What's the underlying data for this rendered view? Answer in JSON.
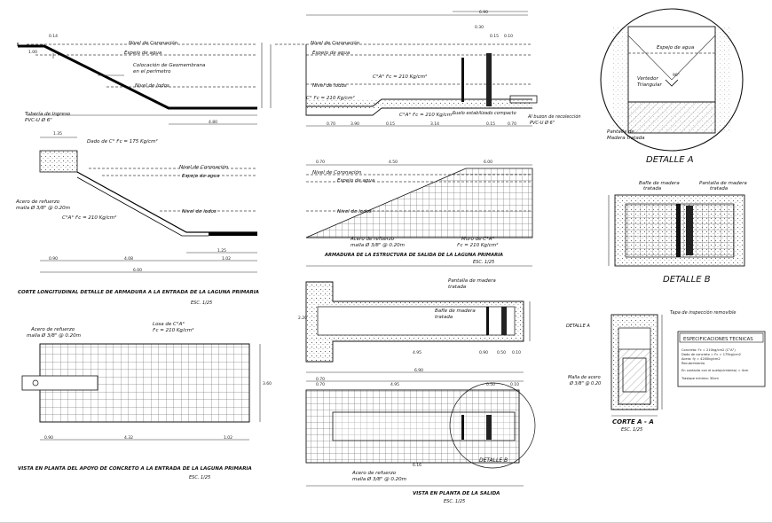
{
  "views": {
    "longitudinal_section": {
      "labels": {
        "nivel_coronacion": "Nivel de Coronación",
        "espejo_agua": "Espejo de agua",
        "colocacion_geomembrana": "Colocación de Geomembrana",
        "en_perimetro": "en el perímetro",
        "nivel_lodos": "Nivel de lodos"
      },
      "dims": {
        "top_left": "0.14",
        "left": "1.00",
        "bottom": "4.80"
      }
    },
    "outlet_section": {
      "labels": {
        "nivel_coronacion": "Nivel de Coronación",
        "espejo_agua": "Espejo de agua",
        "nivel_lodos": "Nivel de lodos",
        "concrete_top": "C°A° f'c = 210 Kg/cm²",
        "concrete_bottom": "C°A° f'c = 210 Kg/cm²",
        "concrete_slab": "C° f'c = 210 Kg/cm²",
        "suelo_estabilizado": "Suelo estabilizado compacto",
        "al_buzon": "Al buzon de recolección",
        "pipe": "PVC-U Ø 6\""
      },
      "dims": {
        "top": "6.90",
        "d1": "0.30",
        "d2": "0.15",
        "d3": "0.10",
        "b1": "0.70",
        "b2": "3.90",
        "b3": "0.15",
        "b4": "3.14",
        "b5": "0.15",
        "b6": "0.70"
      }
    },
    "entrance_detail": {
      "labels": {
        "tuberia": "Tubería de Ingreso",
        "tuberia_spec": "PVC-U Ø 6\"",
        "dado": "Dado de C° f'c = 175 Kg/cm²",
        "nivel_coronacion": "Nivel de Coronación",
        "espejo_agua": "Espejo de agua",
        "acero": "Acero de refuerzo",
        "acero_spec": "malla Ø 3/8\" @ 0.20m",
        "nivel_lodos": "Nivel de lodos",
        "concrete": "C°A° f'c = 210 Kg/cm²"
      },
      "dims": {
        "top": "1.35",
        "d1": "0.90",
        "d2": "4.08",
        "d3": "1.02",
        "d4": "1.25",
        "total": "6.00"
      },
      "caption": "CORTE LONGITUDINAL DETALLE DE ARMADURA A LA ENTRADA DE LA LAGUNA PRIMARIA",
      "scale": "ESC. 1/25"
    },
    "outlet_structure": {
      "labels": {
        "nivel_coronacion": "Nivel de Coronación",
        "espejo_agua": "Espejo de agua",
        "nivel_lodos": "Nivel de lodos",
        "acero": "Acero de refuerzo",
        "acero_spec": "malla Ø 3/8\" @ 0.20m",
        "muro": "Muro de C°A°",
        "muro_spec": "f'c = 210 Kg/cm²"
      },
      "dims": {
        "a": "0.70",
        "b": "4.50",
        "c": "6.00"
      },
      "caption": "ARMADURA DE LA ESTRUCTURA DE SALIDA DE LA LAGUNA PRIMARIA",
      "scale": "ESC. 1/25"
    },
    "plan_entrance": {
      "labels": {
        "acero": "Acero de refuerzo",
        "acero_spec": "malla Ø 3/8\" @ 0.20m",
        "losa": "Losa de C°A°",
        "losa_spec": "f'c = 210 Kg/cm²"
      },
      "dims": {
        "a": "0.90",
        "b": "4.32",
        "c": "1.02",
        "h": "3.60"
      },
      "caption": "VISTA EN PLANTA DEL APOYO DE CONCRETO A LA ENTRADA DE LA LAGUNA PRIMARIA",
      "scale": "ESC. 1/25"
    },
    "plan_outlet_top": {
      "labels": {
        "pantalla": "Pantalla de madera",
        "pantalla2": "tratada",
        "bafle": "Bafle de madera",
        "bafle2": "tratada"
      },
      "dims": {
        "a": "0.70",
        "b": "4.95",
        "c": "0.90",
        "d": "0.50",
        "e": "0.10",
        "total": "6.90",
        "h": "2.20"
      }
    },
    "plan_outlet_bottom": {
      "labels": {
        "acero": "Acero de refuerzo",
        "acero_spec": "malla Ø 3/8\" @ 0.20m",
        "detalle_b": "DETALLE B"
      },
      "dims": {
        "a": "0.70",
        "b": "4.95",
        "c": "0.50",
        "d": "0.10",
        "total": "6.16"
      },
      "caption": "VISTA EN PLANTA DE LA SALIDA",
      "scale": "ESC. 1/25"
    },
    "detalle_a": {
      "labels": {
        "espejo": "Espejo de agua",
        "vertedor": "Vertedor",
        "triangular": "Triangular",
        "angle": "90°",
        "pantalla": "Pantalla de",
        "pantalla2": "Madera tratada"
      },
      "title": "DETALLE A"
    },
    "detalle_b": {
      "labels": {
        "bafle": "Bafle de madera",
        "bafle2": "tratada",
        "pantalla": "Pantalla de madera",
        "pantalla2": "tratada"
      },
      "title": "DETALLE B"
    },
    "corte_aa": {
      "labels": {
        "tapa": "Tapa de inspección removible",
        "detalle_a": "DETALLE A",
        "malla": "Malla de acero",
        "malla_spec": "Ø 3/8\" @ 0.20"
      },
      "title": "CORTE A - A",
      "scale": "ESC. 1/25"
    },
    "specs": {
      "title": "ESPECIFICACIONES TECNICAS",
      "lines": [
        "Concreto: f'c = 210kg/cm2 (C°A°)",
        "Dado de concreto = f'c = 175kg/cm2",
        "Acero: fy = 4200kg/cm2",
        "Recubrimiento",
        "En contacto con el suelo(cimiento) = 4cm",
        "Traslape mínimo: 30cm"
      ]
    }
  }
}
